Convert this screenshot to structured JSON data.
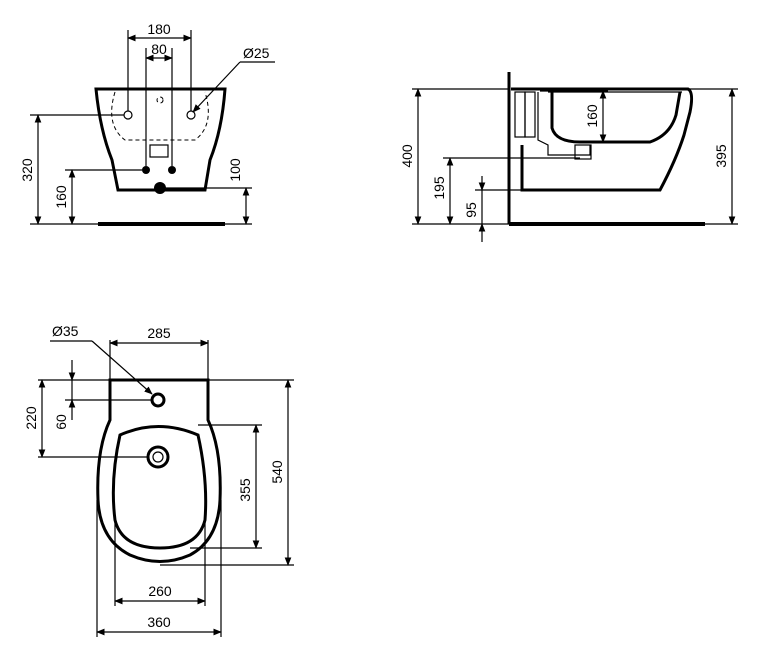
{
  "front_view": {
    "width_outer": "180",
    "width_inner": "80",
    "hole_diameter": "Ø25",
    "height_total": "320",
    "height_inlet": "160",
    "height_outlet": "100"
  },
  "side_view": {
    "height_total": "400",
    "height_rim": "395",
    "height_inlet": "195",
    "height_outlet": "95",
    "bowl_depth": "160"
  },
  "top_view": {
    "hole_diameter": "Ø35",
    "back_width": "285",
    "dist_tap": "220",
    "dist_tap_small": "60",
    "bowl_length": "355",
    "total_length": "540",
    "bowl_width": "260",
    "total_width": "360"
  }
}
